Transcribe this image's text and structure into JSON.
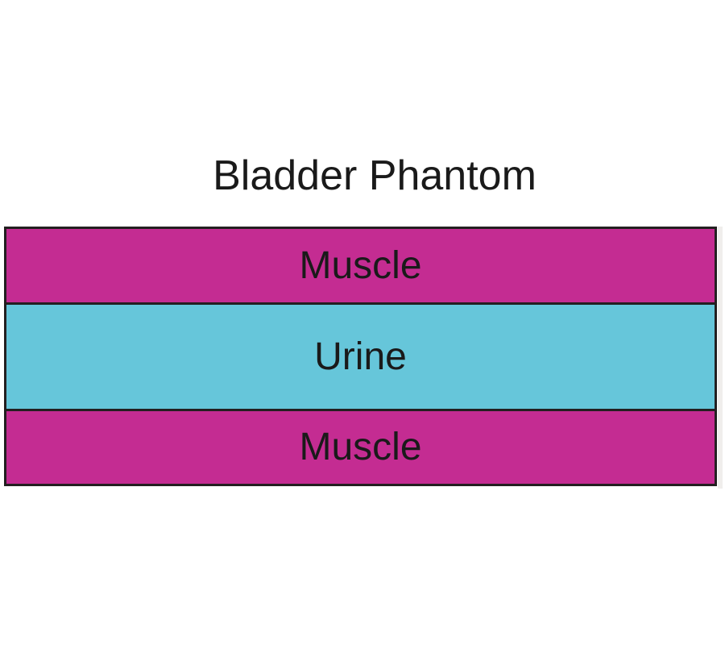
{
  "figure": {
    "title": "Bladder Phantom",
    "layers": [
      {
        "label": "Muscle",
        "color": "#c42c92"
      },
      {
        "label": "Urine",
        "color": "#66c6da"
      },
      {
        "label": "Muscle",
        "color": "#c42c92"
      }
    ],
    "border_color": "#231f20",
    "text_color": "#1a1a1a",
    "background_color": "#ffffff"
  }
}
